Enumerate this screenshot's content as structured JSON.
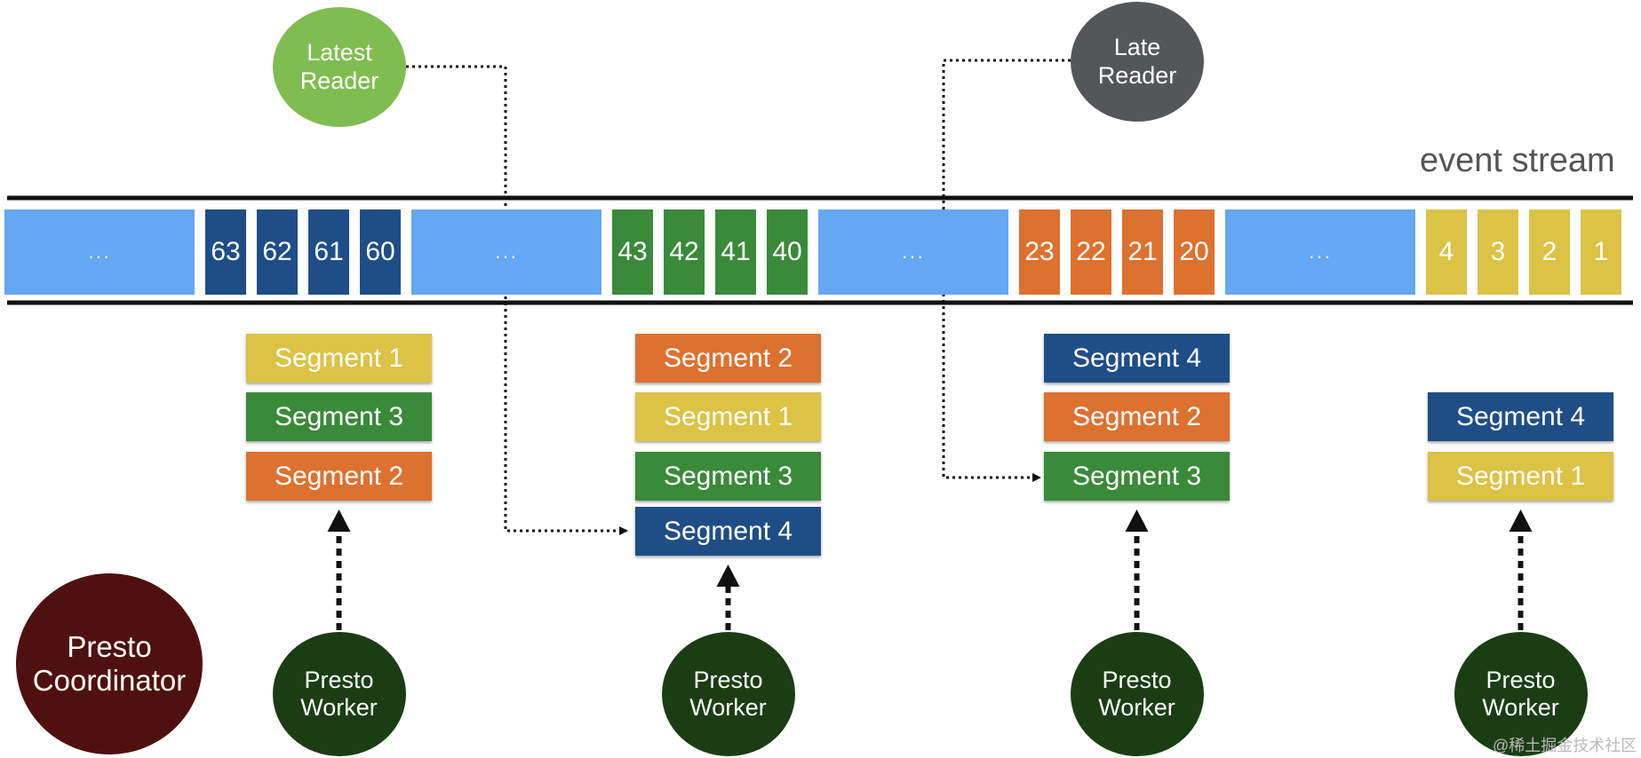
{
  "stream": {
    "label": "event stream",
    "blocks": [
      {
        "text": "...",
        "kind": "ellipsis"
      },
      {
        "text": "63",
        "kind": "blue"
      },
      {
        "text": "62",
        "kind": "blue"
      },
      {
        "text": "61",
        "kind": "blue"
      },
      {
        "text": "60",
        "kind": "blue"
      },
      {
        "text": "...",
        "kind": "ellipsis"
      },
      {
        "text": "43",
        "kind": "green"
      },
      {
        "text": "42",
        "kind": "green"
      },
      {
        "text": "41",
        "kind": "green"
      },
      {
        "text": "40",
        "kind": "green"
      },
      {
        "text": "...",
        "kind": "ellipsis"
      },
      {
        "text": "23",
        "kind": "orange"
      },
      {
        "text": "22",
        "kind": "orange"
      },
      {
        "text": "21",
        "kind": "orange"
      },
      {
        "text": "20",
        "kind": "orange"
      },
      {
        "text": "...",
        "kind": "ellipsis"
      },
      {
        "text": "4",
        "kind": "yellow"
      },
      {
        "text": "3",
        "kind": "yellow"
      },
      {
        "text": "2",
        "kind": "yellow"
      },
      {
        "text": "1",
        "kind": "yellow"
      }
    ]
  },
  "readers": [
    {
      "line1": "Latest",
      "line2": "Reader",
      "color": "#80bd50"
    },
    {
      "line1": "Late",
      "line2": "Reader",
      "color": "#545659"
    }
  ],
  "columns": [
    {
      "segments": [
        {
          "label": "Segment 1",
          "kind": "yellow"
        },
        {
          "label": "Segment 3",
          "kind": "green"
        },
        {
          "label": "Segment 2",
          "kind": "orange"
        }
      ],
      "worker": {
        "line1": "Presto",
        "line2": "Worker"
      }
    },
    {
      "segments": [
        {
          "label": "Segment 2",
          "kind": "orange"
        },
        {
          "label": "Segment 1",
          "kind": "yellow"
        },
        {
          "label": "Segment 3",
          "kind": "green"
        },
        {
          "label": "Segment 4",
          "kind": "blue"
        }
      ],
      "worker": {
        "line1": "Presto",
        "line2": "Worker"
      }
    },
    {
      "segments": [
        {
          "label": "Segment 4",
          "kind": "blue"
        },
        {
          "label": "Segment 2",
          "kind": "orange"
        },
        {
          "label": "Segment 3",
          "kind": "green"
        }
      ],
      "worker": {
        "line1": "Presto",
        "line2": "Worker"
      }
    },
    {
      "segments": [
        {
          "label": "Segment 4",
          "kind": "blue"
        },
        {
          "label": "Segment 1",
          "kind": "yellow"
        }
      ],
      "worker": {
        "line1": "Presto",
        "line2": "Worker"
      }
    }
  ],
  "coordinator": {
    "line1": "Presto",
    "line2": "Coordinator",
    "color": "#4f1110"
  },
  "watermark": "@稀土掘金技术社区",
  "colors": {
    "ellipsis": "#64a7f2",
    "blue": "#1f4e87",
    "green": "#3a8a3a",
    "orange": "#dd7130",
    "yellow": "#dcc245",
    "worker": "#1b3d14",
    "rail": "#111111",
    "connector": "#111111"
  }
}
